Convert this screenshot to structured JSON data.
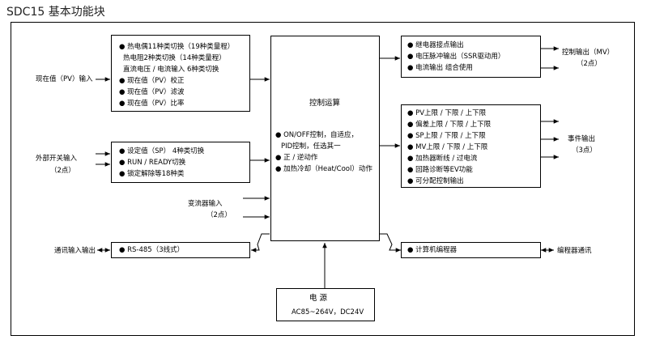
{
  "title": "SDC15 基本功能块",
  "inputs": {
    "pv_label": "现在值（PV）输入",
    "switch_label": "外部开关输入",
    "switch_count": "（2点）",
    "ct_label": "变流器输入",
    "ct_count": "（2点）",
    "comm_label": "通讯输入输出"
  },
  "pv_box": [
    "● 热电偶11种类切换（19种类量程）",
    "热电阻2种类切换（14种类量程）",
    "直流电压 / 电流输入  6种类切换",
    "● 现在值（PV）校正",
    "● 现在值（PV）滤波",
    "● 现在值（PV）比率"
  ],
  "sp_box": [
    "● 设定值（SP）  4种类切换",
    "● RUN / READY切换",
    "● 锁定解除等18种类"
  ],
  "rs485_box": "● RS-485（3线式）",
  "control_box": {
    "title": "控制运算",
    "items": [
      "● ON/OFF控制，自适应，",
      "PID控制，任选其一",
      "● 正 / 逆动作",
      "● 加热冷却（Heat/Cool）动作"
    ]
  },
  "power_box": {
    "title": "电    源",
    "spec": "AC85~264V，DC24V"
  },
  "mv_box": [
    "● 继电器接点输出",
    "● 电压脉冲输出（SSR驱动用）",
    "● 电流输出  组合使用"
  ],
  "event_box": [
    "● PV上限 / 下限 / 上下限",
    "● 偏差上限 / 下限 / 上下限",
    "● SP上限 / 下限 / 上下限",
    "● MV上限 / 下限 / 上下限",
    "● 加热器断线 / 过电流",
    "● 回路诊断等EV功能",
    "● 可分配控制输出"
  ],
  "loader_box": "● 计算机编程器",
  "outputs": {
    "mv_label": "控制输出（MV）",
    "mv_count": "（2点）",
    "event_label": "事件输出",
    "event_count": "（3点）",
    "loader_label": "编程器通讯"
  }
}
